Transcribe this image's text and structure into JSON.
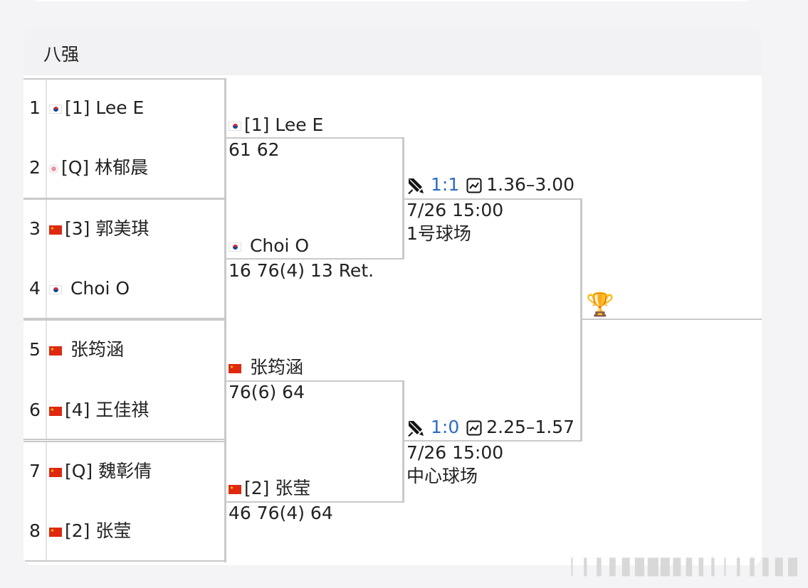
{
  "section": {
    "title": "八强"
  },
  "round1": [
    {
      "seed_no": "1",
      "flag": "kr",
      "name": "[1] Lee E"
    },
    {
      "seed_no": "2",
      "flag": "tw",
      "name": "[Q] 林郁晨"
    },
    {
      "seed_no": "3",
      "flag": "cn",
      "name": "[3] 郭美琪"
    },
    {
      "seed_no": "4",
      "flag": "kr",
      "name": " Choi O"
    },
    {
      "seed_no": "5",
      "flag": "cn",
      "name": " 张筠涵"
    },
    {
      "seed_no": "6",
      "flag": "cn",
      "name": "[4] 王佳祺"
    },
    {
      "seed_no": "7",
      "flag": "cn",
      "name": "[Q] 魏彰倩"
    },
    {
      "seed_no": "8",
      "flag": "cn",
      "name": "[2] 张莹"
    }
  ],
  "round2": [
    {
      "flag": "kr",
      "name": "[1] Lee E",
      "score": "61 62"
    },
    {
      "flag": "kr",
      "name": " Choi O",
      "score": "16 76(4) 13 Ret."
    },
    {
      "flag": "cn",
      "name": " 张筠涵",
      "score": "76(6) 64"
    },
    {
      "flag": "cn",
      "name": "[2] 张莹",
      "score": "46 76(4) 64"
    }
  ],
  "semifinals": [
    {
      "h2h": "1:1",
      "odds": "1.36–3.00",
      "time": "7/26 15:00",
      "court": "1号球场"
    },
    {
      "h2h": "1:0",
      "odds": "2.25–1.57",
      "time": "7/26 15:00",
      "court": "中心球场"
    }
  ],
  "icons": {
    "h2h": "crossed-swords-icon",
    "odds": "chart-icon",
    "champion": "trophy-icon"
  },
  "trophy": "🏆",
  "colors": {
    "h2h": "#2c6cc4",
    "line": "#c9c9c9"
  }
}
